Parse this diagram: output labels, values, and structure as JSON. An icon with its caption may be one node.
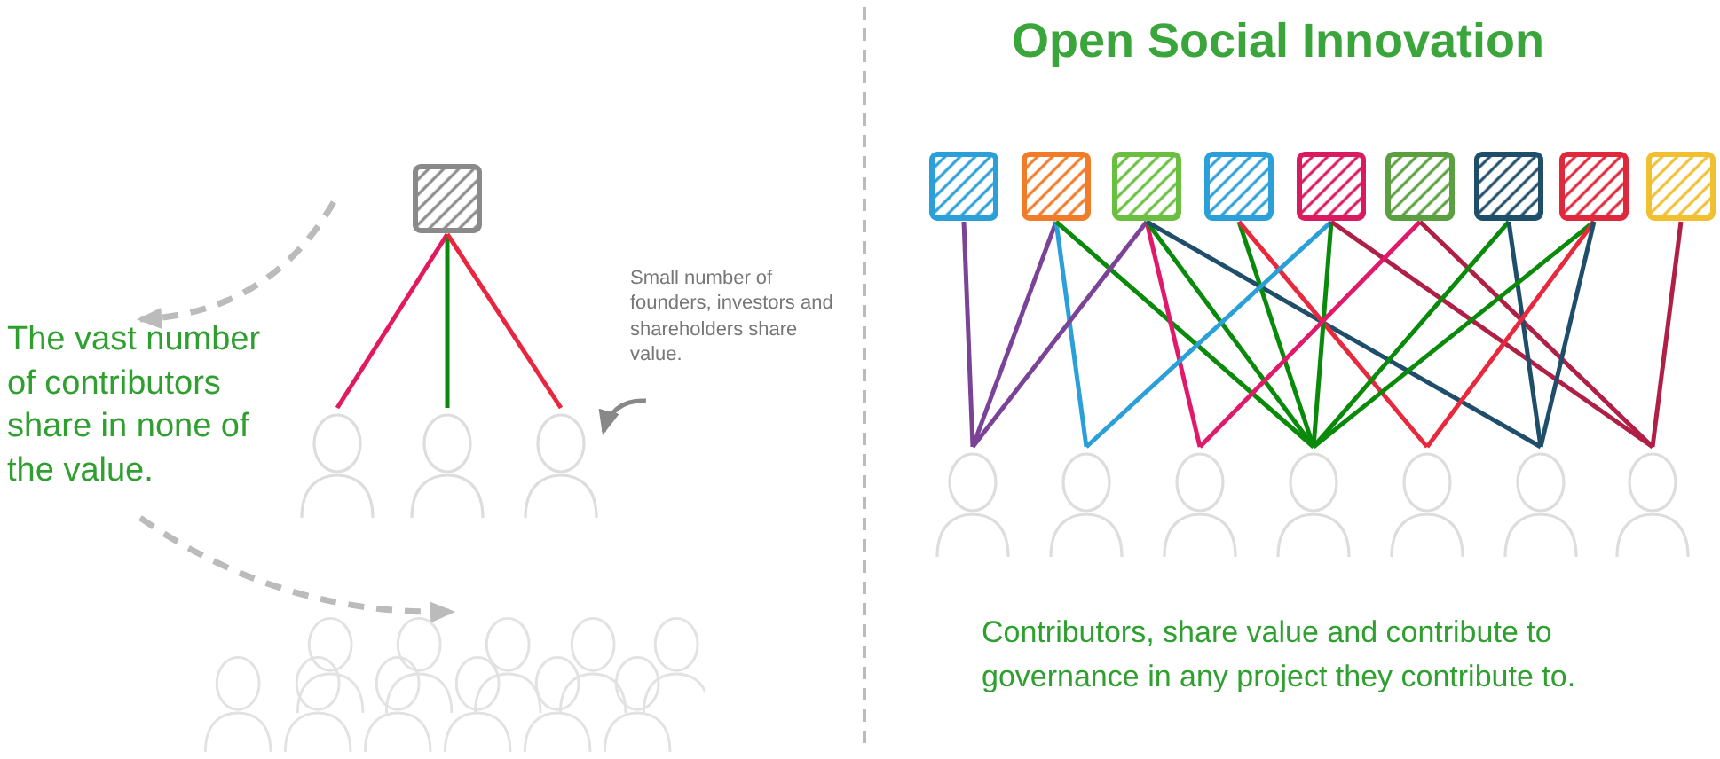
{
  "diagram": {
    "title": "Open Social Innovation",
    "nodes": [
      {
        "text": [],
        "shape": "box"
      },
      {
        "text": [],
        "shape": "person"
      },
      {
        "text": [],
        "shape": "person"
      },
      {
        "text": [],
        "shape": "person"
      },
      {
        "text": [
          "Small number of founders, investors and shareholders share value."
        ]
      },
      {
        "text": [
          "The vast number of contributors share in none of the value."
        ]
      },
      {
        "text": [],
        "shape": "picture"
      },
      {
        "text": [],
        "shape": "box"
      },
      {
        "text": [],
        "shape": "box"
      },
      {
        "text": [],
        "shape": "box"
      },
      {
        "text": [],
        "shape": "box"
      },
      {
        "text": [],
        "shape": "box"
      },
      {
        "text": [],
        "shape": "box"
      },
      {
        "text": [],
        "shape": "box"
      },
      {
        "text": [],
        "shape": "box"
      },
      {
        "text": [],
        "shape": "box"
      },
      {
        "text": [],
        "shape": "person"
      },
      {
        "text": [],
        "shape": "person"
      },
      {
        "text": [],
        "shape": "person"
      },
      {
        "text": [],
        "shape": "person"
      },
      {
        "text": [],
        "shape": "person"
      },
      {
        "text": [],
        "shape": "person"
      },
      {
        "text": [],
        "shape": "person"
      }
    ],
    "edges": [
      {
        "from": 0,
        "to": 1,
        "arrow": "none",
        "color": "#e3195f"
      },
      {
        "from": 0,
        "to": 2,
        "arrow": "none",
        "color": "#0a8a0a"
      },
      {
        "from": 0,
        "to": 3,
        "arrow": "none",
        "color": "#e8263f"
      },
      {
        "from": null,
        "to": 5,
        "arrow": "to",
        "style": "dashed",
        "color": "#bbbbbb"
      },
      {
        "from": 5,
        "to": 6,
        "arrow": "to",
        "style": "dashed",
        "color": "#bbbbbb"
      },
      {
        "from": 4,
        "to": 3,
        "arrow": "to",
        "color": "#888888"
      },
      {
        "from": 7,
        "to": 16,
        "arrow": "none",
        "color": "#7b4397"
      },
      {
        "from": 8,
        "to": 16,
        "arrow": "none",
        "color": "#7b4397"
      },
      {
        "from": 8,
        "to": 17,
        "arrow": "none",
        "color": "#2a9fd8"
      },
      {
        "from": 8,
        "to": 19,
        "arrow": "none",
        "color": "#0a8a0a"
      },
      {
        "from": 9,
        "to": 16,
        "arrow": "none",
        "color": "#7b4397"
      },
      {
        "from": 9,
        "to": 18,
        "arrow": "none",
        "color": "#e0196a"
      },
      {
        "from": 9,
        "to": 19,
        "arrow": "none",
        "color": "#0a8a0a"
      },
      {
        "from": 9,
        "to": 21,
        "arrow": "none",
        "color": "#1f4e6b"
      },
      {
        "from": 10,
        "to": 19,
        "arrow": "none",
        "color": "#0a8a0a"
      },
      {
        "from": 10,
        "to": 20,
        "arrow": "none",
        "color": "#e8283c"
      },
      {
        "from": 11,
        "to": 17,
        "arrow": "none",
        "color": "#2a9fd8"
      },
      {
        "from": 11,
        "to": 19,
        "arrow": "none",
        "color": "#0a8a0a"
      },
      {
        "from": 11,
        "to": 22,
        "arrow": "none",
        "color": "#b01f45"
      },
      {
        "from": 12,
        "to": 18,
        "arrow": "none",
        "color": "#e0196a"
      },
      {
        "from": 12,
        "to": 22,
        "arrow": "none",
        "color": "#b01f45"
      },
      {
        "from": 13,
        "to": 19,
        "arrow": "none",
        "color": "#0a8a0a"
      },
      {
        "from": 13,
        "to": 21,
        "arrow": "none",
        "color": "#1f4e6b"
      },
      {
        "from": 14,
        "to": 19,
        "arrow": "none",
        "color": "#0a8a0a"
      },
      {
        "from": 14,
        "to": 20,
        "arrow": "none",
        "color": "#e8283c"
      },
      {
        "from": 14,
        "to": 21,
        "arrow": "none",
        "color": "#1f4e6b"
      },
      {
        "from": 15,
        "to": 22,
        "arrow": "none",
        "color": "#b01f45"
      }
    ],
    "labels": [
      "Contributors, share value and contribute to governance in any project they contribute to."
    ]
  }
}
